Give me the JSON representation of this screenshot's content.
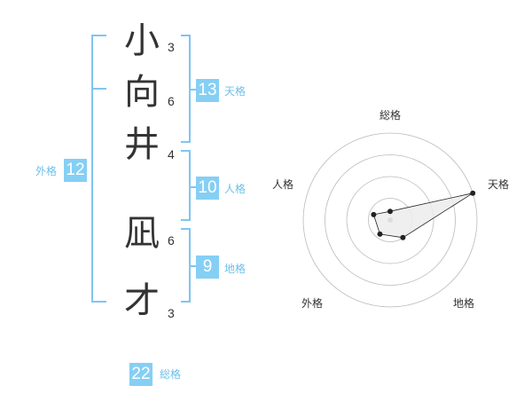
{
  "colors": {
    "accent": "#85cff5",
    "bracket": "#7fc6f2",
    "text": "#333333",
    "label_text": "#6fbfe9",
    "ring": "#bbbbbb",
    "polygon_fill": "#ececec",
    "polygon_stroke": "#222222"
  },
  "name": {
    "characters": [
      {
        "char": "小",
        "strokes": "3"
      },
      {
        "char": "向",
        "strokes": "6"
      },
      {
        "char": "井",
        "strokes": "4"
      },
      {
        "char": "凪",
        "strokes": "6"
      },
      {
        "char": "才",
        "strokes": "3"
      }
    ]
  },
  "fortunes": {
    "tenkaku": {
      "value": "13",
      "label": "天格"
    },
    "jinkaku": {
      "value": "10",
      "label": "人格"
    },
    "chikaku": {
      "value": "9",
      "label": "地格"
    },
    "gaikaku": {
      "value": "12",
      "label": "外格"
    },
    "soukaku": {
      "value": "22",
      "label": "総格"
    }
  },
  "chart_data": {
    "type": "radar",
    "axes": [
      "総格",
      "天格",
      "地格",
      "外格",
      "人格"
    ],
    "values": [
      0.1,
      1.0,
      0.25,
      0.2,
      0.2
    ],
    "range": [
      0,
      1
    ],
    "rings": 4
  }
}
